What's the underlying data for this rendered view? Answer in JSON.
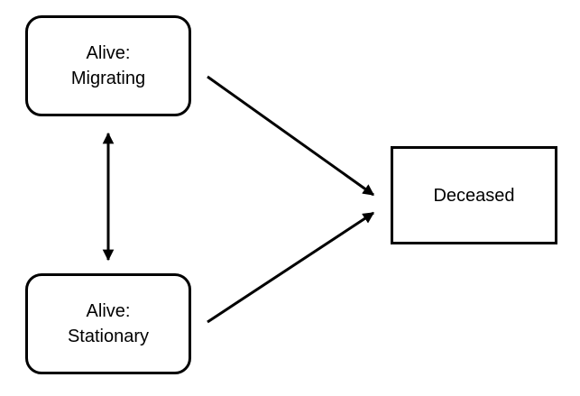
{
  "nodes": {
    "migrating": {
      "line1": "Alive:",
      "line2": "Migrating"
    },
    "stationary": {
      "line1": "Alive:",
      "line2": "Stationary"
    },
    "deceased": {
      "label": "Deceased"
    }
  },
  "edges": [
    {
      "from": "Alive: Migrating",
      "to": "Alive: Stationary",
      "direction": "both"
    },
    {
      "from": "Alive: Migrating",
      "to": "Deceased",
      "direction": "forward"
    },
    {
      "from": "Alive: Stationary",
      "to": "Deceased",
      "direction": "forward"
    }
  ],
  "colors": {
    "stroke": "#000000",
    "background": "#ffffff"
  }
}
